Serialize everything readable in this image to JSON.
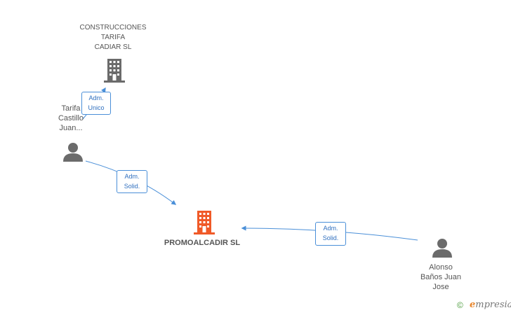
{
  "nodes": {
    "construcciones": {
      "name": "CONSTRUCCIONES\nTARIFA\nCADIAR SL",
      "type": "company",
      "color": "#6b6b6b"
    },
    "tarifa_person": {
      "name": "Tarifa\nCastillo\nJuan...",
      "type": "person",
      "color": "#6b6b6b"
    },
    "promoalcadir": {
      "name": "PROMOALCADIR SL",
      "type": "company",
      "color": "#f05a28"
    },
    "alonso": {
      "name": "Alonso\nBaños Juan\nJose",
      "type": "person",
      "color": "#6b6b6b"
    }
  },
  "edges": [
    {
      "from": "tarifa_person",
      "to": "construcciones",
      "label": "Adm.\nUnico"
    },
    {
      "from": "tarifa_person",
      "to": "promoalcadir",
      "label": "Adm.\nSolid."
    },
    {
      "from": "alonso",
      "to": "promoalcadir",
      "label": "Adm.\nSolid."
    }
  ],
  "colors": {
    "edge": "#4a8fd8",
    "accent": "#f05a28"
  },
  "footer": {
    "copyright": "©",
    "brand_e": "e",
    "brand_rest": "mpresia"
  }
}
